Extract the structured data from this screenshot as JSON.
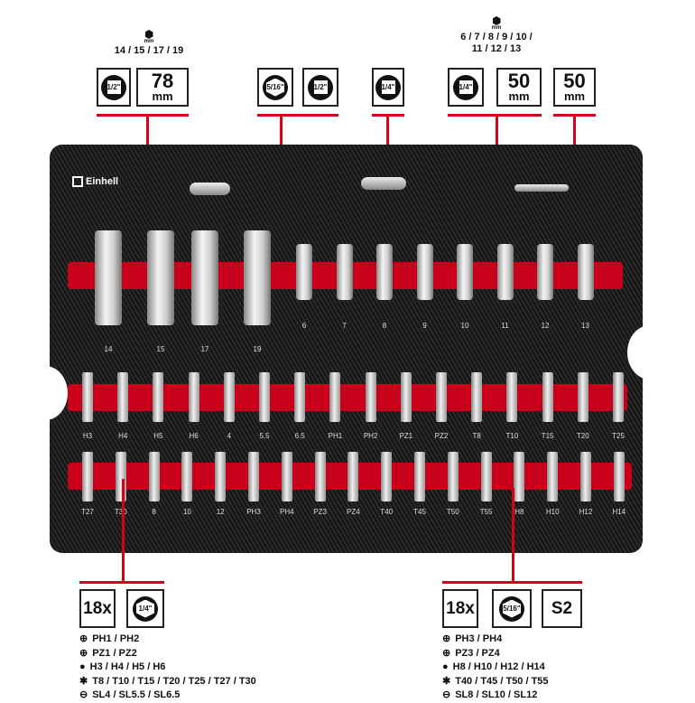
{
  "brand": "Einhell",
  "top_callouts": [
    {
      "header": "14 / 15 / 17 / 19",
      "header_unit": "mm",
      "drive": "1/2\"",
      "length_value": "78",
      "length_unit": "mm"
    },
    {
      "drive_hex": "5/16\"",
      "drive": "1/2\""
    },
    {
      "drive": "1/4\""
    },
    {
      "header_line1": "6 / 7 / 8 / 9 / 10 /",
      "header_line2": "11 / 12 / 13",
      "header_unit": "mm",
      "drive": "1/4\"",
      "length_value": "50",
      "length_unit": "mm"
    },
    {
      "length_value": "50",
      "length_unit": "mm"
    }
  ],
  "tray": {
    "row1_large": [
      "14",
      "15",
      "17",
      "19"
    ],
    "row1_small": [
      "6",
      "7",
      "8",
      "9",
      "10",
      "11",
      "12",
      "13"
    ],
    "row2": [
      "H3",
      "H4",
      "H5",
      "H6",
      "4",
      "5.5",
      "6.5",
      "PH1",
      "PH2",
      "PZ1",
      "PZ2",
      "T8",
      "T10",
      "T15",
      "T20",
      "T25"
    ],
    "row3": [
      "T27",
      "T30",
      "8",
      "10",
      "12",
      "PH3",
      "PH4",
      "PZ3",
      "PZ4",
      "T40",
      "T45",
      "T50",
      "T55",
      "H8",
      "H10",
      "H12",
      "H14"
    ]
  },
  "bottom_left": {
    "count": "18x",
    "drive": "1/4\"",
    "items": [
      "PH1 / PH2",
      "PZ1 / PZ2",
      "H3 / H4 / H5 / H6",
      "T8 / T10 / T15 / T20 / T25 / T27 / T30",
      "SL4 / SL5.5 / SL6.5"
    ]
  },
  "bottom_right": {
    "count": "18x",
    "drive": "5/16\"",
    "material": "S2",
    "items": [
      "PH3 / PH4",
      "PZ3 / PZ4",
      "H8 / H10 / H12 / H14",
      "T40 / T45 / T50 / T55",
      "SL8 / SL10 / SL12"
    ]
  }
}
